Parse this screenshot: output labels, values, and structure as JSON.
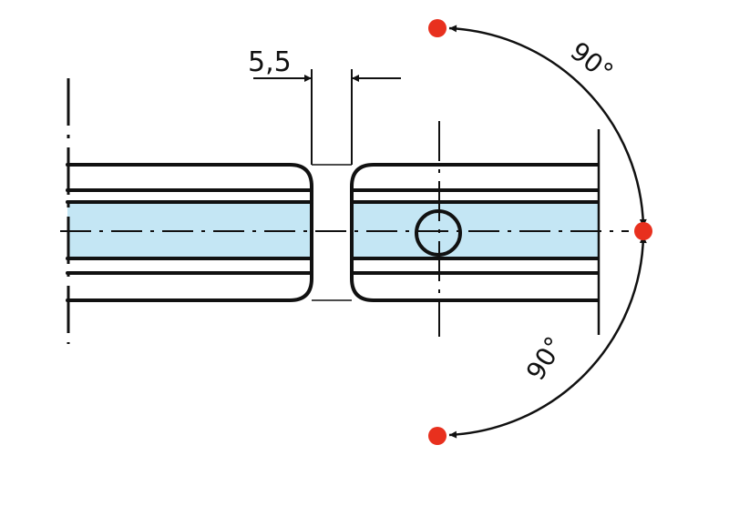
{
  "dimensions": {
    "gap": "5,5",
    "angle_upper": "90°",
    "angle_lower": "90°"
  },
  "colors": {
    "ink": "#111111",
    "fill_blue": "#c4e6f4",
    "pivot_red": "#e8301e"
  },
  "icons": {
    "pivot_point": "red-dot-marker",
    "hole": "circle-outline"
  }
}
